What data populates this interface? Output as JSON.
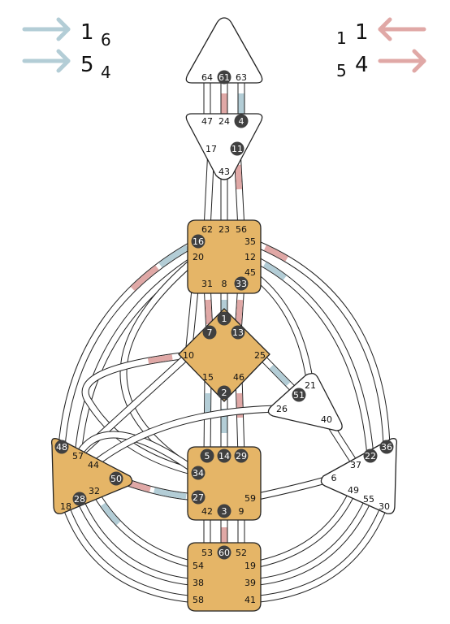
{
  "colors": {
    "defined_center": "#e5b567",
    "open_center": "#ffffff",
    "outline": "#222222",
    "channel_fill": "#ffffff",
    "activation_a": "#b3cdd6",
    "activation_b": "#e0a8a6",
    "gate_active_fill": "#404040",
    "gate_active_text": "#ffffff",
    "gate_text": "#111111"
  },
  "header": {
    "left": {
      "arrow_color": "#b3cdd6",
      "rows": [
        {
          "main": "1",
          "sub": "6"
        },
        {
          "main": "5",
          "sub": "4"
        }
      ]
    },
    "right": {
      "arrow_color": "#e0a8a6",
      "rows": [
        {
          "main": "1",
          "sub": "1"
        },
        {
          "main": "4",
          "sub": "5"
        }
      ]
    }
  },
  "centers": {
    "head": {
      "defined": false,
      "gates": [
        {
          "n": "64",
          "active": false
        },
        {
          "n": "61",
          "active": true
        },
        {
          "n": "63",
          "active": false
        }
      ]
    },
    "ajna": {
      "defined": false,
      "gates": [
        {
          "n": "47",
          "active": false
        },
        {
          "n": "24",
          "active": false
        },
        {
          "n": "4",
          "active": true
        },
        {
          "n": "17",
          "active": false
        },
        {
          "n": "11",
          "active": true
        },
        {
          "n": "43",
          "active": false
        }
      ]
    },
    "throat": {
      "defined": true,
      "gates": [
        {
          "n": "62",
          "active": false
        },
        {
          "n": "23",
          "active": false
        },
        {
          "n": "56",
          "active": false
        },
        {
          "n": "16",
          "active": true
        },
        {
          "n": "35",
          "active": false
        },
        {
          "n": "20",
          "active": false
        },
        {
          "n": "12",
          "active": false
        },
        {
          "n": "45",
          "active": false
        },
        {
          "n": "31",
          "active": false
        },
        {
          "n": "8",
          "active": false
        },
        {
          "n": "33",
          "active": true
        }
      ]
    },
    "g": {
      "defined": true,
      "gates": [
        {
          "n": "1",
          "active": true
        },
        {
          "n": "7",
          "active": true
        },
        {
          "n": "13",
          "active": true
        },
        {
          "n": "10",
          "active": false
        },
        {
          "n": "25",
          "active": false
        },
        {
          "n": "15",
          "active": false
        },
        {
          "n": "46",
          "active": false
        },
        {
          "n": "2",
          "active": true
        }
      ]
    },
    "heart": {
      "defined": false,
      "gates": [
        {
          "n": "21",
          "active": false
        },
        {
          "n": "51",
          "active": true
        },
        {
          "n": "26",
          "active": false
        },
        {
          "n": "40",
          "active": false
        }
      ]
    },
    "spleen": {
      "defined": true,
      "gates": [
        {
          "n": "48",
          "active": true
        },
        {
          "n": "57",
          "active": false
        },
        {
          "n": "44",
          "active": false
        },
        {
          "n": "50",
          "active": true
        },
        {
          "n": "32",
          "active": false
        },
        {
          "n": "28",
          "active": true
        },
        {
          "n": "18",
          "active": false
        }
      ]
    },
    "sacral": {
      "defined": true,
      "gates": [
        {
          "n": "5",
          "active": true
        },
        {
          "n": "14",
          "active": true
        },
        {
          "n": "29",
          "active": true
        },
        {
          "n": "34",
          "active": true
        },
        {
          "n": "27",
          "active": true
        },
        {
          "n": "59",
          "active": false
        },
        {
          "n": "42",
          "active": false
        },
        {
          "n": "3",
          "active": true
        },
        {
          "n": "9",
          "active": false
        }
      ]
    },
    "solar": {
      "defined": false,
      "gates": [
        {
          "n": "36",
          "active": true
        },
        {
          "n": "22",
          "active": true
        },
        {
          "n": "37",
          "active": false
        },
        {
          "n": "6",
          "active": false
        },
        {
          "n": "49",
          "active": false
        },
        {
          "n": "55",
          "active": false
        },
        {
          "n": "30",
          "active": false
        }
      ]
    },
    "root": {
      "defined": true,
      "gates": [
        {
          "n": "53",
          "active": false
        },
        {
          "n": "60",
          "active": true
        },
        {
          "n": "52",
          "active": false
        },
        {
          "n": "54",
          "active": false
        },
        {
          "n": "19",
          "active": false
        },
        {
          "n": "38",
          "active": false
        },
        {
          "n": "39",
          "active": false
        },
        {
          "n": "58",
          "active": false
        },
        {
          "n": "41",
          "active": false
        }
      ]
    }
  },
  "channels": [
    {
      "from": "64",
      "to": "47",
      "activation": "none"
    },
    {
      "from": "61",
      "to": "24",
      "activation": "b"
    },
    {
      "from": "63",
      "to": "4",
      "activation": "a"
    },
    {
      "from": "17",
      "to": "62",
      "activation": "none"
    },
    {
      "from": "43",
      "to": "23",
      "activation": "none"
    },
    {
      "from": "11",
      "to": "56",
      "activation": "b"
    },
    {
      "from": "31",
      "to": "7",
      "activation": "b"
    },
    {
      "from": "8",
      "to": "1",
      "activation": "a"
    },
    {
      "from": "33",
      "to": "13",
      "activation": "b"
    },
    {
      "from": "15",
      "to": "5",
      "activation": "a"
    },
    {
      "from": "2",
      "to": "14",
      "activation": "a"
    },
    {
      "from": "46",
      "to": "29",
      "activation": "b"
    },
    {
      "from": "3",
      "to": "60",
      "activation": "b"
    },
    {
      "from": "42",
      "to": "53",
      "activation": "none"
    },
    {
      "from": "9",
      "to": "52",
      "activation": "none"
    },
    {
      "from": "16",
      "to": "48",
      "activation": "ab"
    },
    {
      "from": "20",
      "to": "57",
      "activation": "none"
    },
    {
      "from": "20",
      "to": "34",
      "activation": "none"
    },
    {
      "from": "20",
      "to": "10",
      "activation": "none"
    },
    {
      "from": "10",
      "to": "34",
      "activation": "b"
    },
    {
      "from": "10",
      "to": "57",
      "activation": "none"
    },
    {
      "from": "57",
      "to": "34",
      "activation": "none"
    },
    {
      "from": "25",
      "to": "51",
      "activation": "a"
    },
    {
      "from": "26",
      "to": "44",
      "activation": "none"
    },
    {
      "from": "27",
      "to": "50",
      "activation": "ab"
    },
    {
      "from": "59",
      "to": "6",
      "activation": "none"
    },
    {
      "from": "45",
      "to": "21",
      "activation": "none"
    },
    {
      "from": "12",
      "to": "22",
      "activation": "a"
    },
    {
      "from": "35",
      "to": "36",
      "activation": "b"
    },
    {
      "from": "40",
      "to": "37",
      "activation": "none"
    },
    {
      "from": "32",
      "to": "54",
      "activation": "a"
    },
    {
      "from": "28",
      "to": "38",
      "activation": "none"
    },
    {
      "from": "18",
      "to": "58",
      "activation": "none"
    },
    {
      "from": "49",
      "to": "19",
      "activation": "none"
    },
    {
      "from": "55",
      "to": "39",
      "activation": "none"
    },
    {
      "from": "30",
      "to": "41",
      "activation": "none"
    }
  ]
}
